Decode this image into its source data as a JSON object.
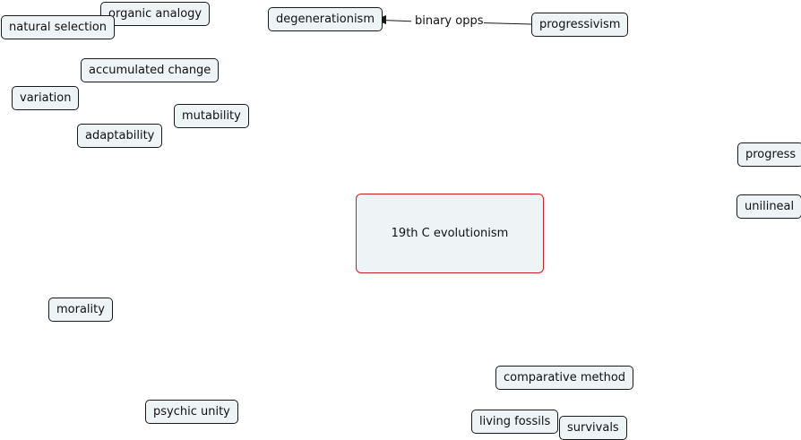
{
  "map": {
    "central": "19th C evolutionism",
    "link_label": "binary opps",
    "colors": {
      "node_fill": "#eef3f5",
      "node_border": "#1a1a1a",
      "central_border": "#cc1f1f",
      "link": "#1a1a1a"
    },
    "nodes": {
      "organic_analogy": "organic analogy",
      "natural_selection": "natural selection",
      "degenerationism": "degenerationism",
      "progressivism": "progressivism",
      "accumulated_change": "accumulated change",
      "variation": "variation",
      "mutability": "mutability",
      "adaptability": "adaptability",
      "progress": "progress",
      "unilineal": "unilineal",
      "morality": "morality",
      "comparative_method": "comparative method",
      "psychic_unity": "psychic unity",
      "living_fossils": "living fossils",
      "survivals": "survivals"
    }
  }
}
